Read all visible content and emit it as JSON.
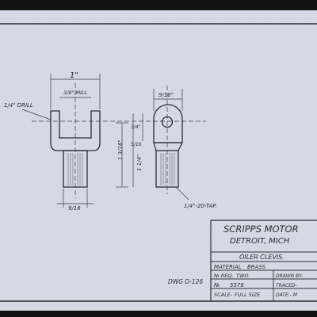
{
  "title_block": {
    "company": "SCRIPPS MOTOR",
    "city": "DETROIT, MICH",
    "part_name": "OILER CLEVIS.",
    "material_label": "MATERIAL",
    "material_value": "BRASS",
    "req_label": "№ REQ.",
    "req_value": "TWO",
    "drawn_by": "DRAWN BY-",
    "number_label": "№",
    "number_value": "5576",
    "traced": "TRACED-",
    "scale_label": "SCALE-",
    "scale_value": "FULL SIZE",
    "date": "DATE:- M"
  },
  "drawing_number": "DWG D-126",
  "dimensions": {
    "top_width": "1\"",
    "slot_width": "3/8\" MILL",
    "drill_callout": "1/4\" DRILL",
    "shank_width": "9/16",
    "side_width": "9/16\"",
    "vert_slot": "3/4\"",
    "vert_top": "5/16",
    "vert_total": "1 3/16\"",
    "vert_body": "1 1/4\"",
    "tap_callout": "1/4\"-20-TAP."
  },
  "colors": {
    "paper": "#d8dbe6",
    "ink": "#2b2d34"
  }
}
